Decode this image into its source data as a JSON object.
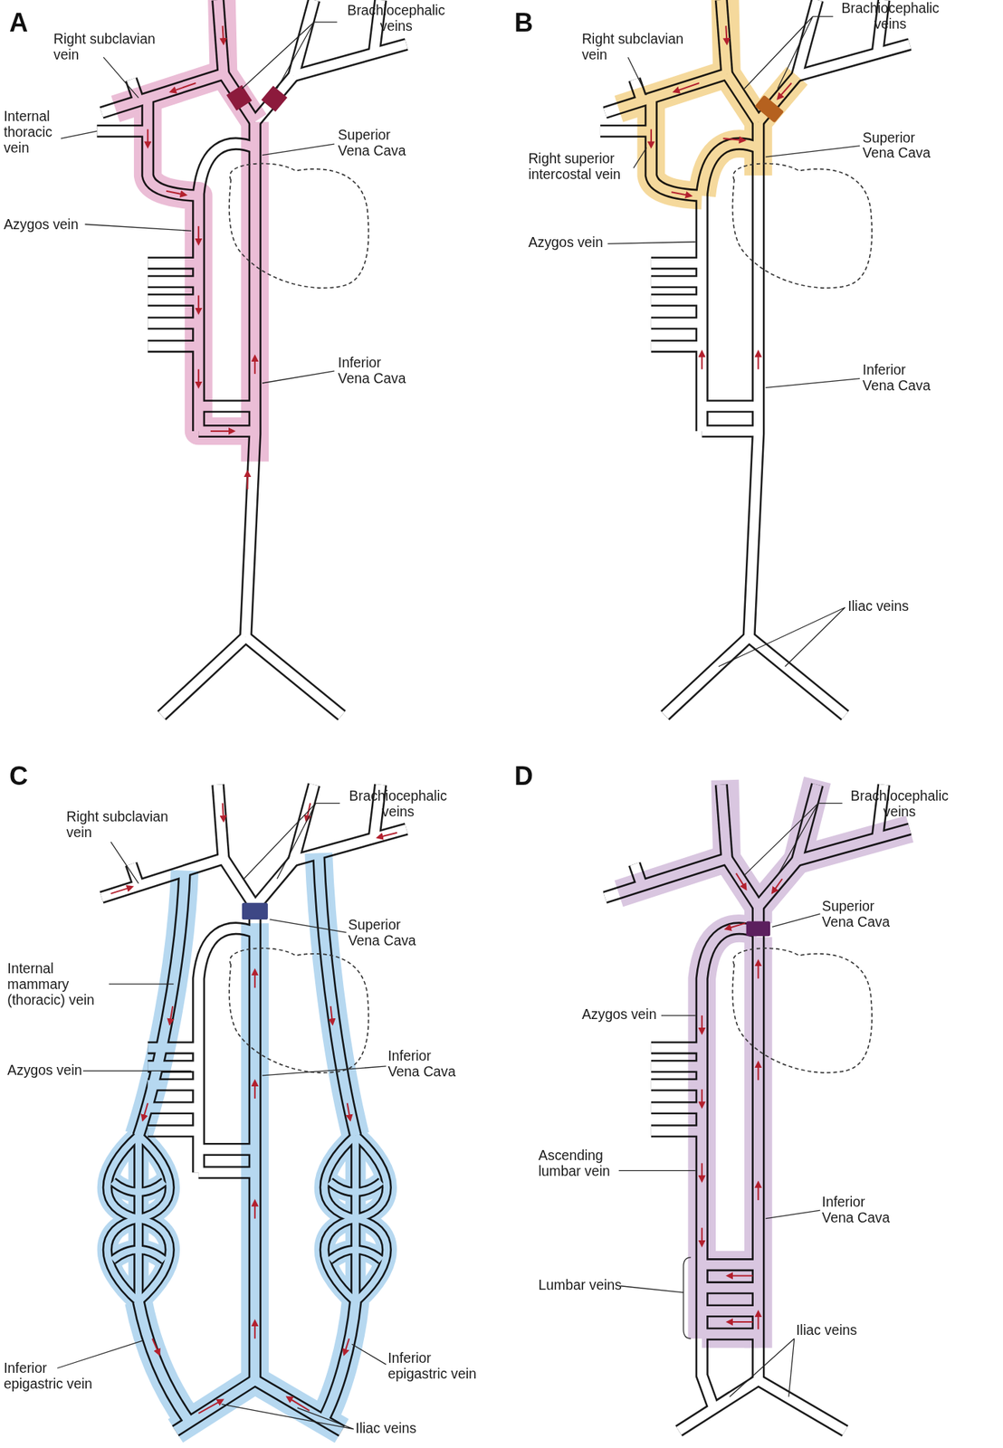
{
  "diagram": {
    "labels": [
      "A",
      "Right subclavian vein",
      "Brachiocephalic veins",
      "Internal thoracic vein",
      "Superior Vena Cava",
      "Azygos vein",
      "Inferior Vena Cava",
      "B",
      "Right subclavian vein",
      "Brachiocephalic veins",
      "Right superior intercostal vein",
      "Superior Vena Cava",
      "Azygos vein",
      "Inferior Vena Cava",
      "Iliac veins",
      "C",
      "Right subclavian vein",
      "Brachiocephalic veins",
      "Internal mammary (thoracic) vein",
      "Superior Vena Cava",
      "Azygos vein",
      "Inferior Vena Cava",
      "Inferior epigastric vein",
      "Inferior epigastric vein",
      "Iliac veins",
      "D",
      "Brachiocephalic veins",
      "Superior Vena Cava",
      "Azygos vein",
      "Ascending lumbar vein",
      "Inferior Vena Cava",
      "Lumbar veins",
      "Iliac veins"
    ]
  }
}
